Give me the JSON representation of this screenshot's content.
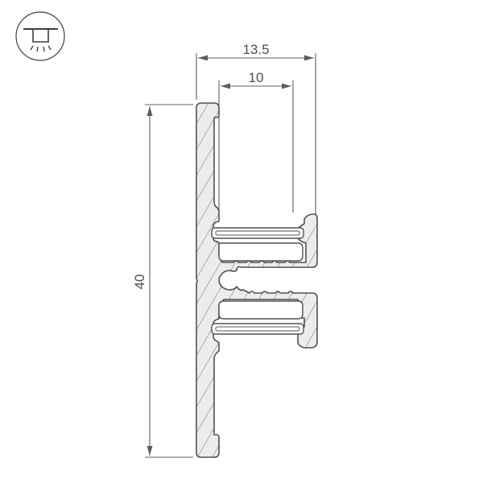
{
  "icon": {
    "name": "ceiling-light-icon",
    "stroke_color": "#3c4046"
  },
  "dimensions": {
    "overall_width": {
      "label": "13.5"
    },
    "inner_width": {
      "label": "10"
    },
    "height": {
      "label": "40"
    }
  },
  "colors": {
    "profile_fill": "#ececec",
    "outline": "#4d5258",
    "dimension_lines": "#5a5f66",
    "text": "#4a4f55",
    "background": "#ffffff"
  }
}
